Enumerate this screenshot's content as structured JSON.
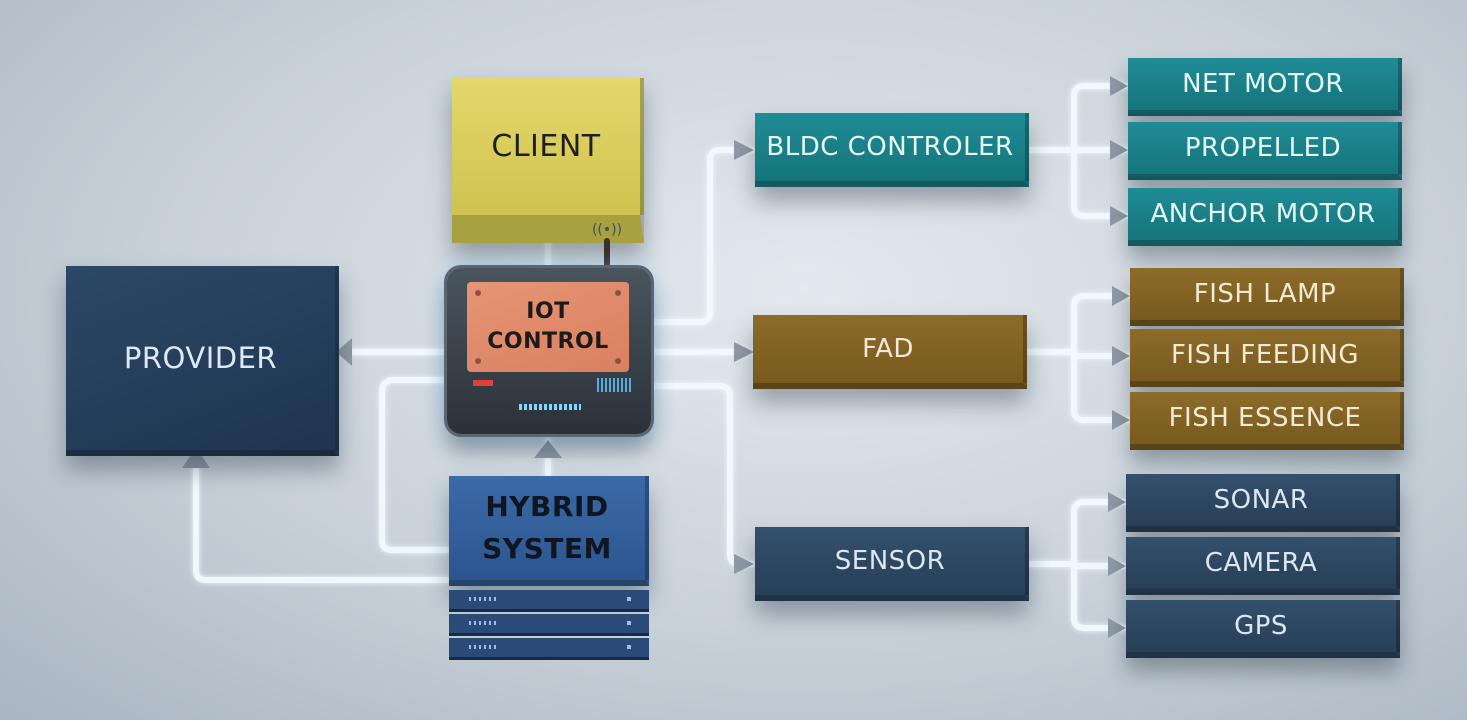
{
  "diagram": {
    "client": "CLIENT",
    "provider": "PROVIDER",
    "iot_control": "IOT\nCONTROL",
    "hybrid_system": "HYBRID\nSYSTEM",
    "branches": [
      {
        "id": "bldc",
        "label": "BLDC CONTROLER",
        "color": "#1f8c95",
        "children": [
          "NET MOTOR",
          "PROPELLED",
          "ANCHOR MOTOR"
        ]
      },
      {
        "id": "fad",
        "label": "FAD",
        "color": "#8c6c29",
        "children": [
          "FISH LAMP",
          "FISH FEEDING",
          "FISH ESSENCE"
        ]
      },
      {
        "id": "sensor",
        "label": "SENSOR",
        "color": "#33506c",
        "children": [
          "SONAR",
          "CAMERA",
          "GPS"
        ]
      }
    ],
    "connector_color": "#eaf7ff",
    "connector_glow": "#7fd1ff"
  }
}
